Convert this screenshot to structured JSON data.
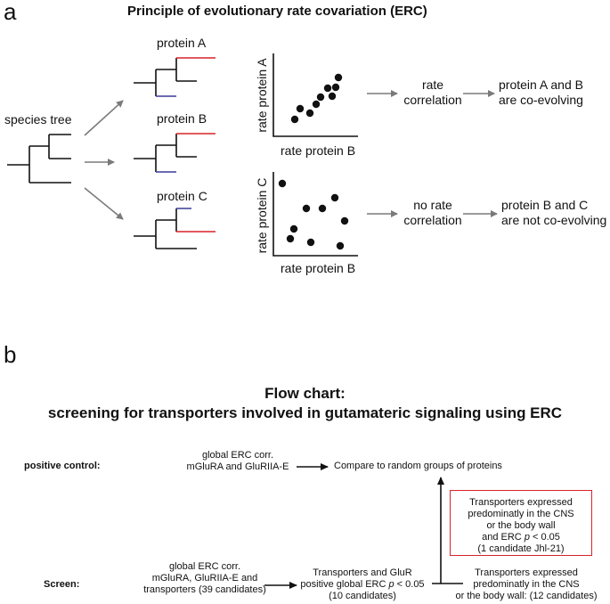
{
  "panel_a": {
    "letter": "a",
    "title": "Principle of evolutionary rate covariation (ERC)",
    "species_tree_label": "species tree",
    "protein_a": "protein A",
    "protein_b": "protein B",
    "protein_c": "protein C",
    "plot1_ylabel": "rate protein A",
    "plot1_xlabel": "rate protein B",
    "plot2_ylabel": "rate protein C",
    "plot2_xlabel": "rate protein B",
    "rate_correlation_1": "rate",
    "rate_correlation_2": "correlation",
    "co_evolving_1": "protein A and B",
    "co_evolving_2": "are co-evolving",
    "no_rate_1": "no rate",
    "no_rate_2": "correlation",
    "not_co_evolving_1": "protein B and C",
    "not_co_evolving_2": "are not co-evolving"
  },
  "panel_b": {
    "letter": "b",
    "title_line1": "Flow chart:",
    "title_line2": "screening for transporters involved in gutamateric signaling using ERC",
    "positive_control_label": "positive control:",
    "pc_global_1": "global ERC corr.",
    "pc_global_2": "mGluRA and GluRIIA-E",
    "compare_random": "Compare to random groups of proteins",
    "screen_label": "Screen:",
    "screen_global_1": "global ERC corr.",
    "screen_global_2": "mGluRA, GluRIIA-E and",
    "screen_global_3": "transporters (39 candidates)",
    "transporters_glur_1": "Transporters and GluR",
    "transporters_glur_2a": "positive global ERC ",
    "transporters_glur_2p": "p",
    "transporters_glur_2b": " < 0.05",
    "transporters_glur_3": "(10 candidates)",
    "expressed_1": "Transporters expressed",
    "expressed_2": "predominatly in the CNS",
    "expressed_3": "or the body wall: (12 candidates)",
    "box_1": "Transporters expressed",
    "box_2": "predominatly in the CNS",
    "box_3": "or the body wall",
    "box_4a": "and ERC ",
    "box_4p": "p",
    "box_4b": " < 0.05",
    "box_5": "(1 candidate Jhl-21)"
  },
  "colors": {
    "red_branch": "#d9222a",
    "blue_branch": "#3a3a9a",
    "arrow_gray": "#7a7a7a",
    "box_border": "#d9222a"
  }
}
